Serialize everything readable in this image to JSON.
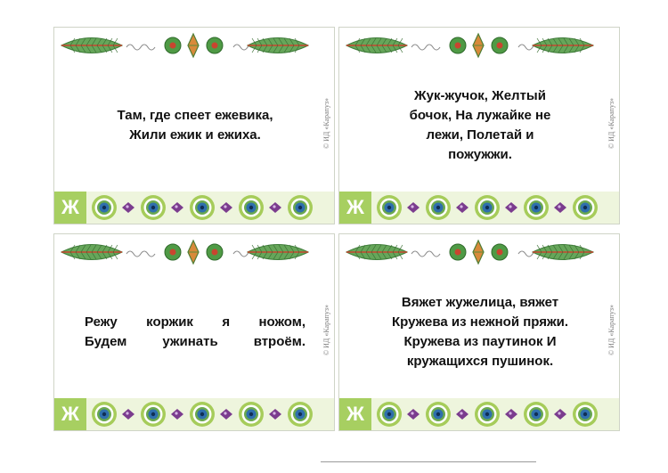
{
  "cards": [
    {
      "text": "Там, где спеет ежевика,\nЖили ежик и ежиха.",
      "letter": "Ж",
      "credit": "© ИД «Карапуз»"
    },
    {
      "text": "Жук-жучок, Желтый\nбочок, На лужайке не\nлежи, Полетай и\nпожужжи.",
      "letter": "Ж",
      "credit": "© ИД «Карапуз»"
    },
    {
      "text": "Режу коржик я ножом,\nБудем ужинать втроём.",
      "letter": "Ж",
      "credit": "© ИД «Карапуз»"
    },
    {
      "text": "Вяжет жужелица, вяжет\nКружева из нежной пряжи.\nКружева из паутинок И\nкружащихся пушинок.",
      "letter": "Ж",
      "credit": "© ИД «Карапуз»"
    }
  ],
  "icons": {
    "header": [
      "leaf-icon",
      "wavy-line-icon",
      "round-berry-icon",
      "diamond-icon",
      "round-berry-icon",
      "wavy-line-icon",
      "leaf-icon"
    ],
    "footer": [
      "target-circle-icon",
      "purple-flower-icon"
    ]
  },
  "colors": {
    "leaf": "#66a65a",
    "leaf_vein": "#c9452f",
    "footer_band": "#eef5dd",
    "letter_box": "#a7cf61",
    "circle_outer": "#a6cc5a",
    "circle_inner": "#2f6fae",
    "flower": "#7b3c8e"
  }
}
